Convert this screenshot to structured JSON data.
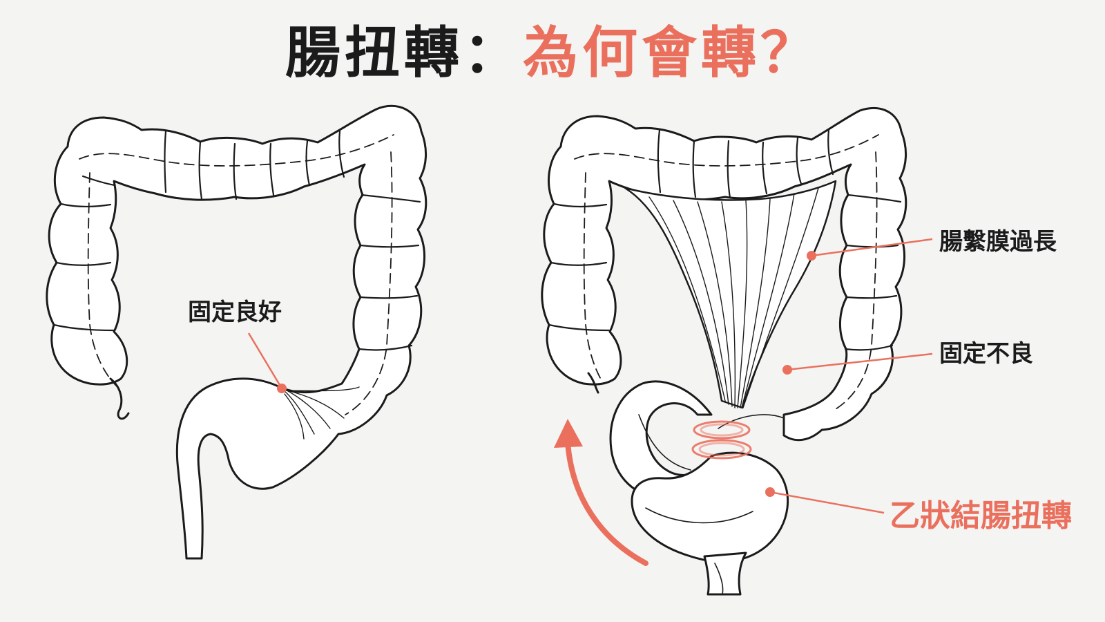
{
  "title": {
    "main": "腸扭轉：",
    "accent": "為何會轉？"
  },
  "labels": {
    "normal_fixation": "固定良好",
    "mesentery_long": "腸繫膜過長",
    "poor_fixation": "固定不良",
    "sigmoid_volvulus": "乙狀結腸扭轉"
  },
  "colors": {
    "accent": "#ea705d",
    "ink": "#1b1b1b",
    "background": "#f4f4f3"
  }
}
